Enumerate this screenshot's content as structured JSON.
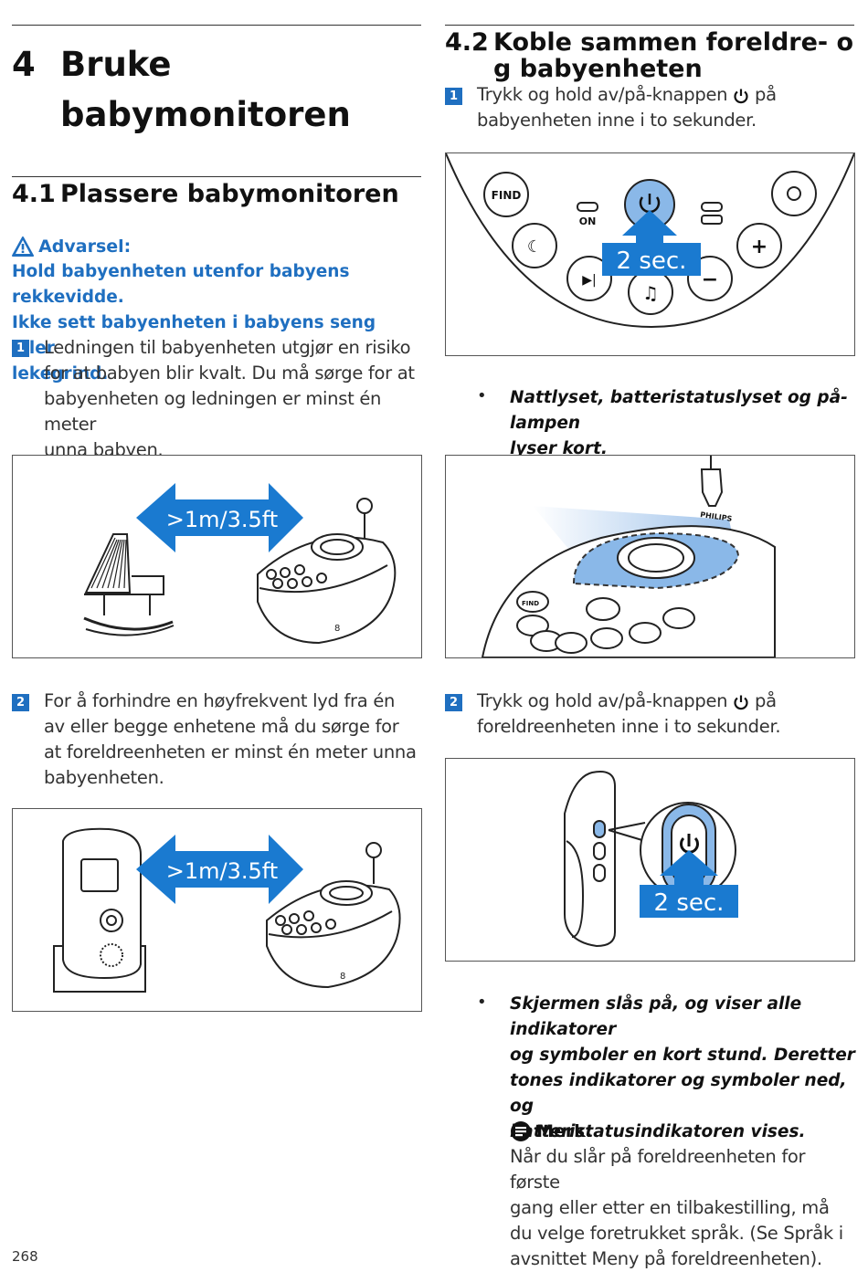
{
  "page_number": "268",
  "left": {
    "chapter_number": "4",
    "chapter_title_line1": "Bruke",
    "chapter_title_line2": "babymonitoren",
    "section_number": "4.1",
    "section_title": "Plassere babymonitoren",
    "warning_title": "Advarsel:",
    "warning_lines": [
      "Hold babyenheten utenfor babyens rekkevidde.",
      "Ikke sett babyenheten i babyens seng eller",
      "lekegrind."
    ],
    "step1_number": "1",
    "step1_lines": [
      "Ledningen til babyenheten utgjør en risiko",
      "for at babyen blir kvalt. Du må sørge for at",
      "babyenheten og ledningen er minst én meter",
      "unna babyen."
    ],
    "fig1_label": ">1m/3.5ft",
    "step2_number": "2",
    "step2_lines": [
      "For å forhindre en høyfrekvent lyd fra én",
      "av eller begge enhetene må du sørge for",
      "at foreldreenheten er minst én meter unna",
      "babyenheten."
    ],
    "fig2_label": ">1m/3.5ft"
  },
  "right": {
    "section_number": "4.2",
    "section_title_line1": "Koble sammen foreldre- o",
    "section_title_line2": "g babyenheten",
    "step1_number": "1",
    "step1_line1a": "Trykk og hold av/på-knappen",
    "step1_line1b": "på",
    "step1_line2": "babyenheten inne i to sekunder.",
    "fig1": {
      "find": "FIND",
      "on": "ON",
      "sec": "2 sec.",
      "plus": "+",
      "minus": "−"
    },
    "bullet1_lines": [
      "Nattlyset, batteristatuslyset og på-lampen",
      "lyser kort."
    ],
    "fig2_brand": "PHILIPS",
    "fig2_find": "FIND",
    "step2_number": "2",
    "step2_line1a": "Trykk og hold av/på-knappen",
    "step2_line1b": "på",
    "step2_line2": "foreldreenheten inne i to sekunder.",
    "fig3_sec": "2 sec.",
    "bullet2_lines": [
      "Skjermen slås på, og viser alle indikatorer",
      "og symboler en kort stund. Deretter",
      "tones indikatorer og symboler ned, og",
      "batteristatusindikatoren vises."
    ],
    "note_title": "Merk:",
    "note_lines": [
      "Når du slår på foreldreenheten for første",
      "gang eller etter en tilbakestilling, må",
      "du velge foretrukket språk. (Se Språk i",
      "avsnittet Meny på foreldreenheten)."
    ]
  },
  "colors": {
    "accent_blue": "#1f6fc0",
    "arrow_blue": "#1a7ad0"
  }
}
